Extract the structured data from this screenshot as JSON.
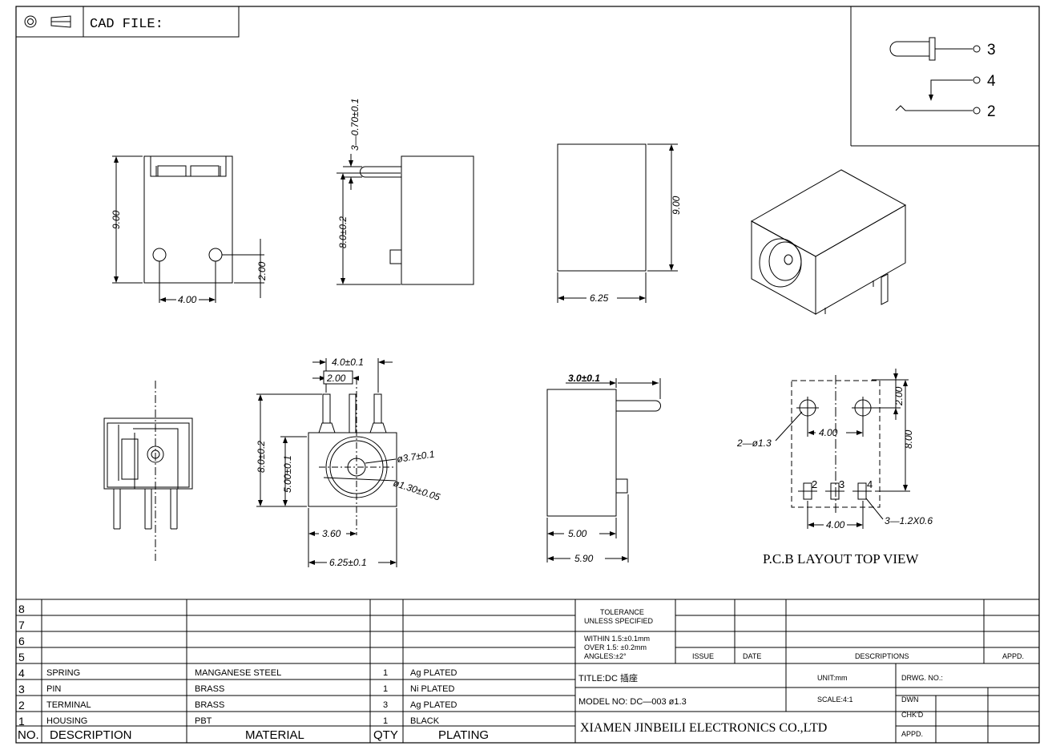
{
  "header": {
    "cad_label": "CAD FILE:"
  },
  "schematic": {
    "pin3": "3",
    "pin4": "4",
    "pin2": "2"
  },
  "dims": {
    "front_height": "9.00",
    "front_pin_spacing": "4.00",
    "front_pin_height": "2.00",
    "side_pin_dia": "3—0.70±0.1",
    "side_height": "8.0±0.2",
    "top_height": "9.00",
    "top_width": "6.25",
    "face_w1": "4.0±0.1",
    "face_w2": "2.00",
    "face_h1": "8.0±0.2",
    "face_h2": "5.00±0.1",
    "face_hole1": "ø3.7±0.1",
    "face_hole2": "ø1.30±0.05",
    "face_w3": "3.60",
    "face_w4": "6.25±0.1",
    "side2_top": "3.0±0.1",
    "side2_w1": "5.00",
    "side2_w2": "5.90",
    "pcb_hole": "2—ø1.3",
    "pcb_w1": "4.00",
    "pcb_h1": "2.00",
    "pcb_h2": "8.00",
    "pcb_w2": "4.00",
    "pcb_slot": "3—1.2X0.6",
    "pcb_p2": "2",
    "pcb_p3": "3",
    "pcb_p4": "4",
    "pcb_title": "P.C.B LAYOUT TOP VIEW"
  },
  "bom": {
    "rows": [
      {
        "no": "8",
        "desc": "",
        "mat": "",
        "qty": "",
        "plating": ""
      },
      {
        "no": "7",
        "desc": "",
        "mat": "",
        "qty": "",
        "plating": ""
      },
      {
        "no": "6",
        "desc": "",
        "mat": "",
        "qty": "",
        "plating": ""
      },
      {
        "no": "5",
        "desc": "",
        "mat": "",
        "qty": "",
        "plating": ""
      },
      {
        "no": "4",
        "desc": "SPRING",
        "mat": "MANGANESE STEEL",
        "qty": "1",
        "plating": "Ag PLATED"
      },
      {
        "no": "3",
        "desc": "PIN",
        "mat": "BRASS",
        "qty": "1",
        "plating": "Ni PLATED"
      },
      {
        "no": "2",
        "desc": "TERMINAL",
        "mat": "BRASS",
        "qty": "3",
        "plating": "Ag PLATED"
      },
      {
        "no": "1",
        "desc": "HOUSING",
        "mat": "PBT",
        "qty": "1",
        "plating": "BLACK"
      }
    ],
    "head_no": "NO.",
    "head_desc": "DESCRIPTION",
    "head_mat": "MATERIAL",
    "head_qty": "QTY",
    "head_plating": "PLATING"
  },
  "title_block": {
    "tol1": "TOLERANCE",
    "tol2": "UNLESS SPECIFIED",
    "within": "WITHIN 1.5:±0.1mm",
    "over": "OVER 1.5:  ±0.2mm",
    "angles": "ANGLES:±2°",
    "issue": "ISSUE",
    "date": "DATE",
    "descriptions": "DESCRIPTIONS",
    "appd_col": "APPD.",
    "title": "TITLE:DC  插座",
    "unit": "UNIT:mm",
    "drwg": "DRWG. NO.:",
    "model": "MODEL  NO: DC—003  ø1.3",
    "scale": "SCALE:4:1",
    "dwn": "DWN",
    "chkd": "CHK'D",
    "appd": "APPD.",
    "company": "XIAMEN JINBEILI ELECTRONICS CO.,LTD"
  }
}
